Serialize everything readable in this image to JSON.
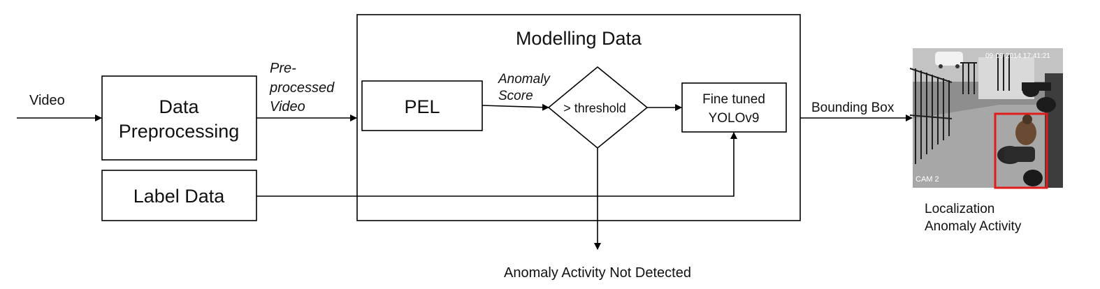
{
  "diagram": {
    "input_label": "Video",
    "preprocessing": {
      "line1": "Data",
      "line2": "Preprocessing"
    },
    "label_data": "Label Data",
    "preprocessed_video": {
      "line1": "Pre-",
      "line2": "processed",
      "line3": "Video"
    },
    "modelling_title": "Modelling Data",
    "pel": "PEL",
    "anomaly_score": {
      "line1": "Anomaly",
      "line2": "Score"
    },
    "threshold": "> threshold",
    "yolo": {
      "line1": "Fine tuned",
      "line2": "YOLOv9"
    },
    "bounding_box": "Bounding Box",
    "not_detected": "Anomaly Activity Not Detected",
    "localization": {
      "line1": "Localization",
      "line2": "Anomaly Activity"
    },
    "frame": {
      "timestamp": "09-09-2014 17:41:21",
      "camera": "CAM 2"
    }
  },
  "colors": {
    "detection_box": "#e01b1b",
    "line": "#000000"
  }
}
